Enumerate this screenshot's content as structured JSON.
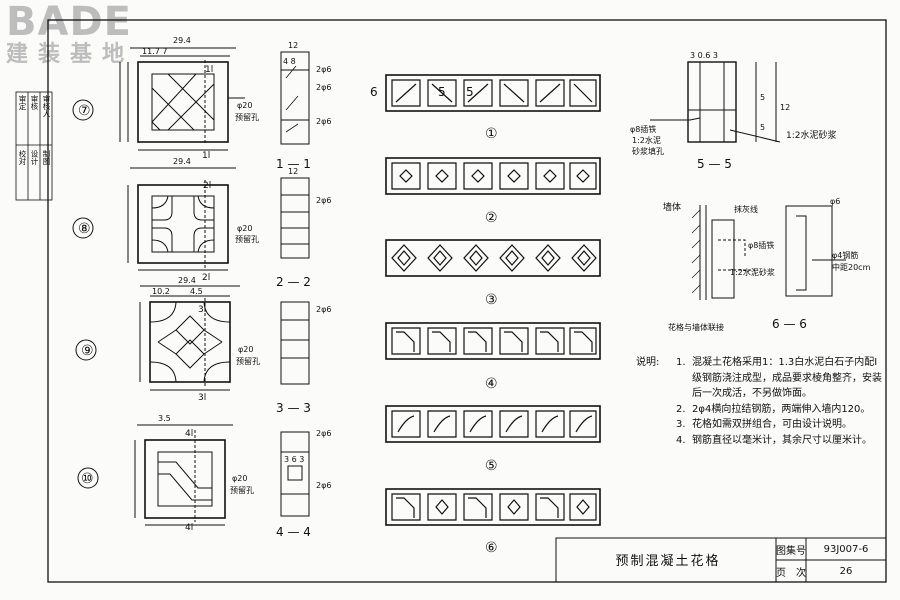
{
  "logo": {
    "brand": "BADE",
    "sub": "建装基地"
  },
  "side_labels": [
    "审定",
    "审核",
    "审核人",
    "校对",
    "设计",
    "制图"
  ],
  "patterns": [
    "⑦",
    "⑧",
    "⑨",
    "⑩"
  ],
  "sections": [
    "1 — 1",
    "2 — 2",
    "3 — 3",
    "4 — 4",
    "5 — 5",
    "6 — 6"
  ],
  "strip_labels": [
    "①",
    "②",
    "③",
    "④",
    "⑤",
    "⑥"
  ],
  "dims": {
    "d294": "29.4",
    "d117": "11.7",
    "d117b": "11.7 7",
    "d3": "3",
    "d7": "7",
    "d102": "10.2",
    "d45": "4.5",
    "d3a": "3.5",
    "d12": "12",
    "d5": "5",
    "d48": "4 8",
    "d36": "3 6 3",
    "d06": "3 0.6 3",
    "d2phi6": "2φ6",
    "phi20": "φ20",
    "ylk": "预留孔",
    "phi6": "φ6"
  },
  "marks": {
    "m1": "1l",
    "m2": "2l",
    "m3": "3l",
    "m4": "4l",
    "m6": "6",
    "m5": "5"
  },
  "annot": {
    "phi8": "φ8插铁",
    "mortar": "1:2水泥",
    "mortar2": "砂浆填孔",
    "mortar3": "1:2水泥砂浆",
    "wall": "墙体",
    "plaster": "抹灰线",
    "phi8b": "φ8插铁",
    "mortar4": "1:2水泥砂浆",
    "phi4": "φ4钢筋",
    "spacing": "中距20cm",
    "link": "花格与墙体联接"
  },
  "notes": {
    "head": "说明:",
    "items": [
      {
        "n": "1.",
        "t": "混凝土花格采用1：1.3白水泥白石子内配Ⅰ级钢筋浇注成型，成品要求棱角整齐，安装后一次成活，不另做饰面。"
      },
      {
        "n": "2.",
        "t": "2φ4横向拉结钢筋，两端伸入墙内120。"
      },
      {
        "n": "3.",
        "t": "花格如需双拼组合，可由设计说明。"
      },
      {
        "n": "4.",
        "t": "钢筋直径以毫米计，其余尺寸以厘米计。"
      }
    ]
  },
  "titleblock": {
    "title": "预制混凝土花格",
    "atlas_label": "图集号",
    "atlas_no": "93J007-6",
    "page_label": "页　次",
    "page_no": "26"
  }
}
